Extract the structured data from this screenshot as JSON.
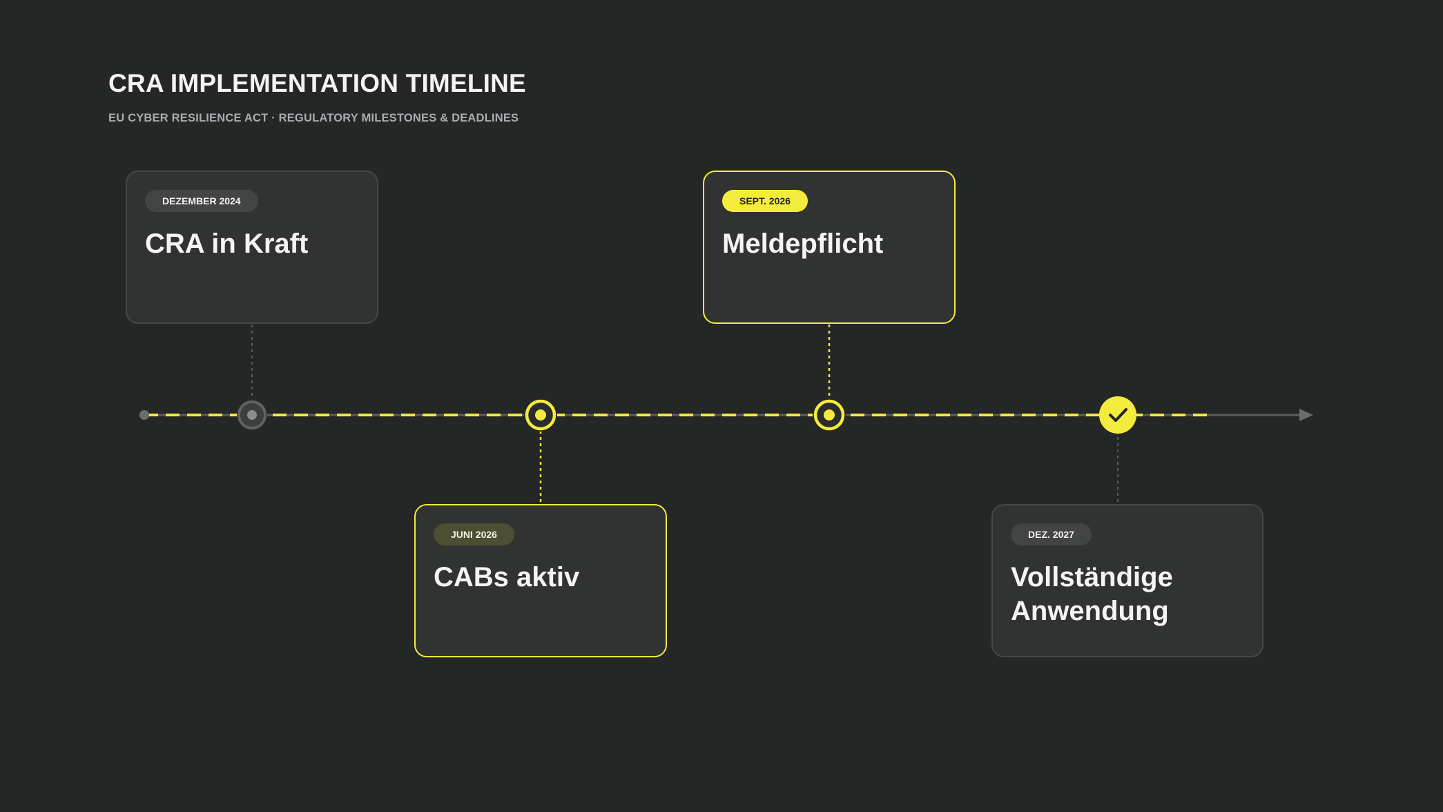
{
  "header": {
    "title": "CRA IMPLEMENTATION TIMELINE",
    "subtitle": "EU CYBER RESILIENCE ACT · REGULATORY MILESTONES & DEADLINES"
  },
  "colors": {
    "background": "#252726",
    "accent": "#f4ec3c",
    "card": "#313232",
    "card_border": "#464848",
    "muted_line": "#5c5e5e"
  },
  "milestones": [
    {
      "date": "DEZEMBER 2024",
      "title": "CRA in Kraft",
      "status": "past",
      "marker_icon": "dot-icon"
    },
    {
      "date": "JUNI 2026",
      "title": "CABs aktiv",
      "status": "upcoming",
      "marker_icon": "ring-dot-icon"
    },
    {
      "date": "SEPT. 2026",
      "title": "Meldepflicht",
      "status": "upcoming",
      "marker_icon": "ring-dot-icon"
    },
    {
      "date": "DEZ. 2027",
      "title": "Vollständige Anwendung",
      "status": "final",
      "marker_icon": "checkmark-icon"
    }
  ]
}
